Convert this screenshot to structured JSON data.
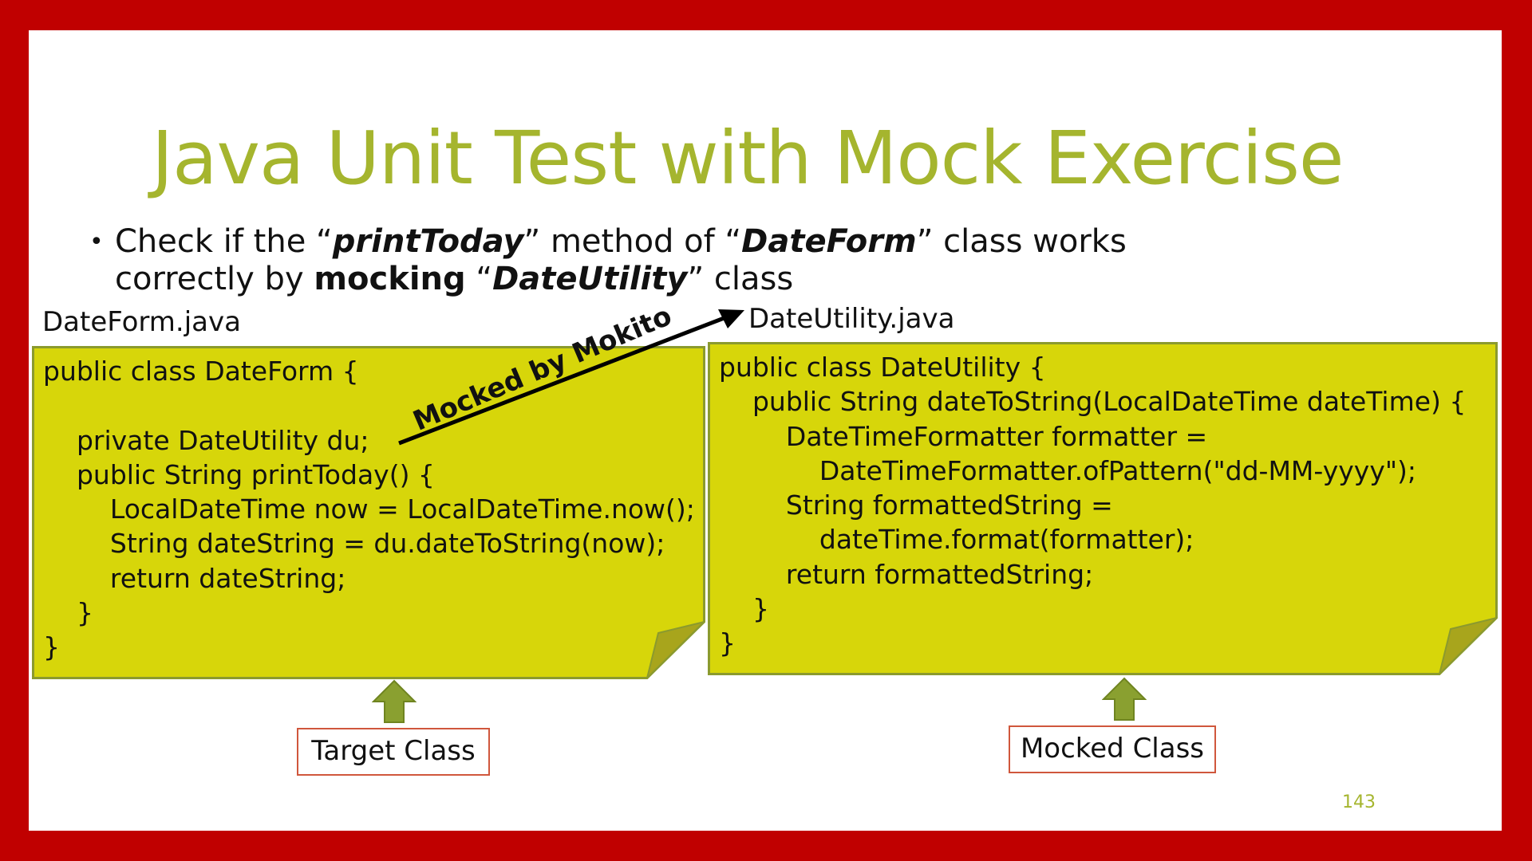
{
  "slide": {
    "title": "Java Unit Test with Mock Exercise",
    "bullet": {
      "marker": "•",
      "line1": [
        "Check if the “",
        "printToday",
        "” method of “",
        "DateForm",
        "” class works"
      ],
      "line2": [
        "correctly by ",
        "mocking",
        " “",
        "DateUtility",
        "” class"
      ]
    },
    "left": {
      "filename": "DateForm.java",
      "code": [
        "public class DateForm {",
        "",
        "    private DateUtility du;",
        "    public String printToday() {",
        "        LocalDateTime now = LocalDateTime.now();",
        "        String dateString = du.dateToString(now);",
        "        return dateString;",
        "    }",
        "}"
      ],
      "tag": "Target Class"
    },
    "right": {
      "filename": "DateUtility.java",
      "code": [
        "public class DateUtility {",
        "    public String dateToString(LocalDateTime dateTime) {",
        "        DateTimeFormatter formatter =",
        "            DateTimeFormatter.ofPattern(\"dd-MM-yyyy\");",
        "        String formattedString =",
        "            dateTime.format(formatter);",
        "        return formattedString;",
        "    }",
        "}"
      ],
      "tag": "Mocked Class"
    },
    "arrow_label": "Mocked by Mokito",
    "page_number": "143"
  },
  "colors": {
    "frame": "#c00000",
    "title": "#a5b52e",
    "note_fill": "#d7d60a",
    "note_border": "#8b9a2e",
    "tag_border": "#d0573c",
    "up_arrow": "#8aa030"
  }
}
